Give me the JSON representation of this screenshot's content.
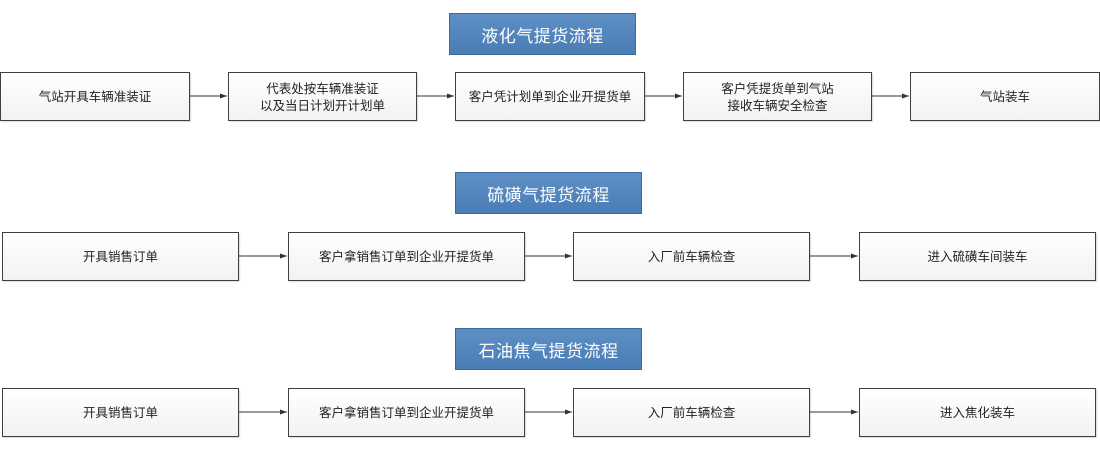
{
  "flows": [
    {
      "title": "液化气提货流程",
      "steps": [
        {
          "lines": [
            "气站开具车辆准装证"
          ]
        },
        {
          "lines": [
            "代表处按车辆准装证",
            "以及当日计划开计划单"
          ]
        },
        {
          "lines": [
            "客户凭计划单到企业开提货单"
          ]
        },
        {
          "lines": [
            "客户凭提货单到气站",
            "接收车辆安全检查"
          ]
        },
        {
          "lines": [
            "气站装车"
          ]
        }
      ]
    },
    {
      "title": "硫磺气提货流程",
      "steps": [
        {
          "lines": [
            "开具销售订单"
          ]
        },
        {
          "lines": [
            "客户拿销售订单到企业开提货单"
          ]
        },
        {
          "lines": [
            "入厂前车辆检查"
          ]
        },
        {
          "lines": [
            "进入硫磺车间装车"
          ]
        }
      ]
    },
    {
      "title": "石油焦气提货流程",
      "steps": [
        {
          "lines": [
            "开具销售订单"
          ]
        },
        {
          "lines": [
            "客户拿销售订单到企业开提货单"
          ]
        },
        {
          "lines": [
            "入厂前车辆检查"
          ]
        },
        {
          "lines": [
            "进入焦化装车"
          ]
        }
      ]
    }
  ],
  "colors": {
    "title_fill": "#4f81bd",
    "title_text": "#ffffff",
    "box_border": "#404040",
    "arrow": "#333333"
  }
}
